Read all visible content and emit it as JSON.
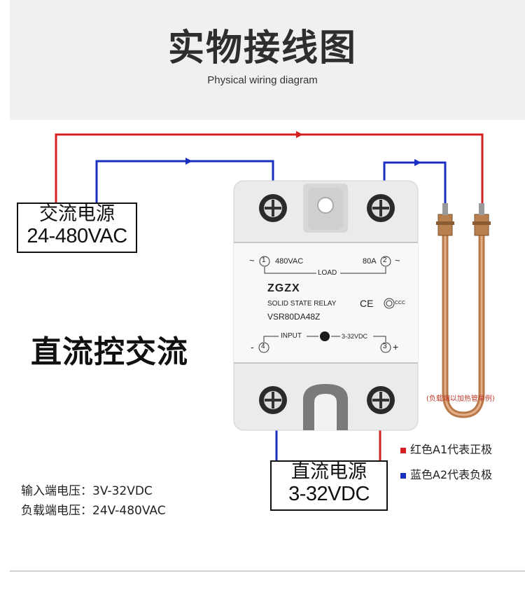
{
  "header": {
    "title": "实物接线图",
    "subtitle": "Physical wiring diagram"
  },
  "ac_source": {
    "line1": "交流电源",
    "line2": "24-480VAC"
  },
  "dc_source": {
    "line1": "直流电源",
    "line2": "3-32VDC"
  },
  "big_label": "直流控交流",
  "specs": [
    "输入端电压：3V-32VDC",
    "负载端电压：24V-480VAC"
  ],
  "legend": [
    {
      "text": "红色A1代表正极",
      "color": "#d62020"
    },
    {
      "text": "蓝色A2代表负极",
      "color": "#1a2fbf"
    }
  ],
  "load_note": "(负载端以加热管举例)",
  "relay": {
    "brand": "ZGZX",
    "type": "SOLID STATE RELAY",
    "model": "VSR80DA48Z",
    "cert": "CE",
    "cert2": "CCC",
    "t1_symbol": "~",
    "t1_num": "1",
    "t1_voltage": "480VAC",
    "t2_current": "80A",
    "t2_num": "2",
    "t2_symbol": "~",
    "load_label": "LOAD",
    "input_label": "INPUT",
    "input_range": "3-32VDC",
    "t4_symbol": "-",
    "t4_num": "4",
    "t3_num": "3",
    "t3_symbol": "+"
  },
  "colors": {
    "red_wire": "#d62020",
    "blue_wire": "#1a2fbf",
    "heater": "#c98b5b"
  }
}
